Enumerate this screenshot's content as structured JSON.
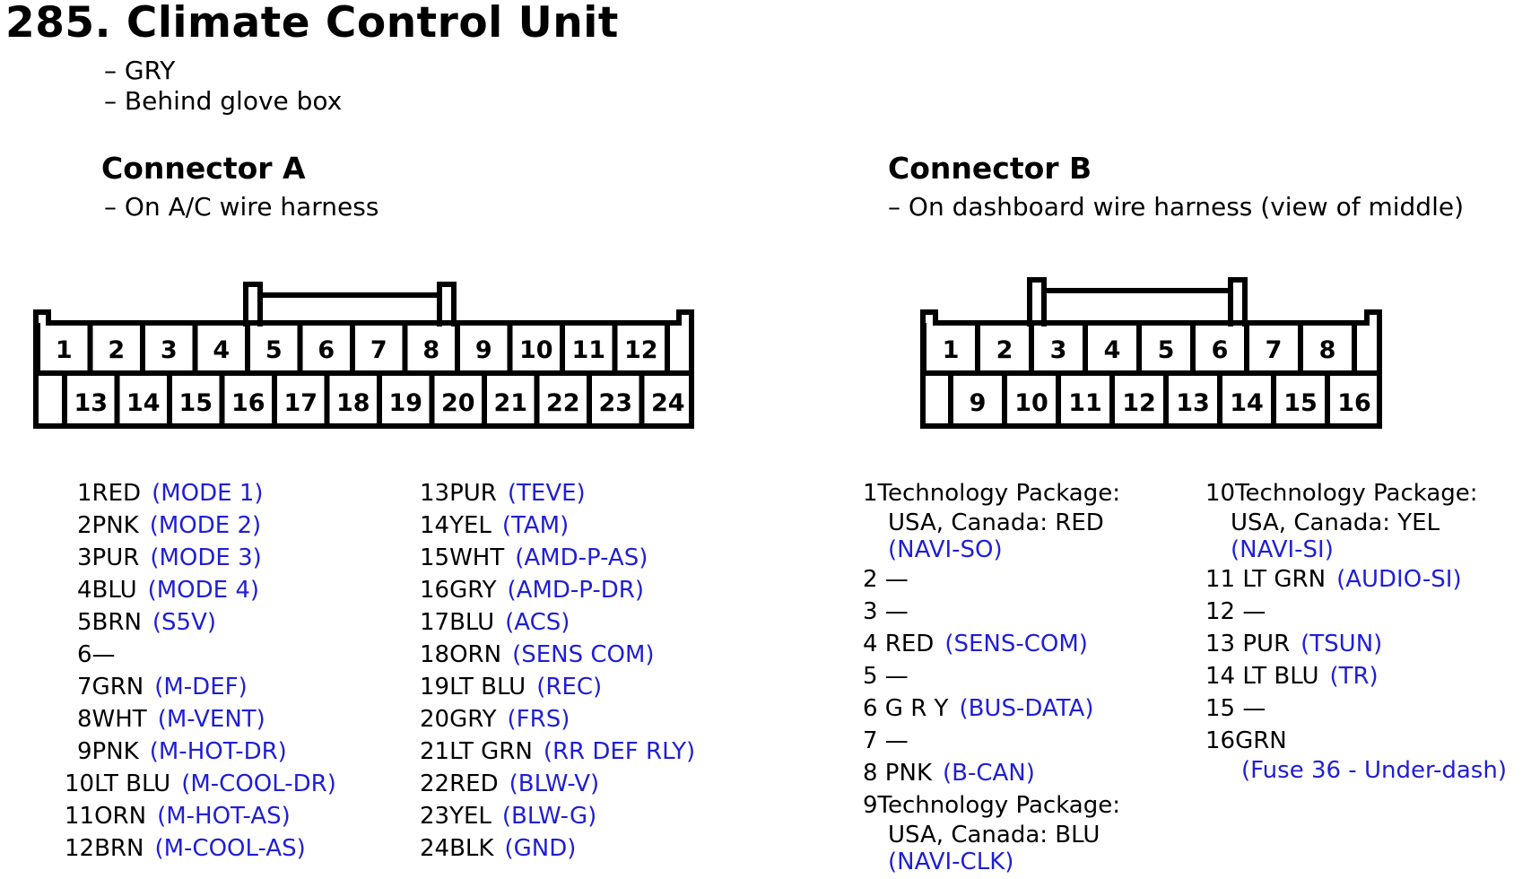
{
  "header": {
    "title": "285. Climate Control Unit",
    "color_line": "– GRY",
    "location_line": "– Behind glove box"
  },
  "colors": {
    "signal": "#1f1fd4",
    "line": "#000000"
  },
  "connector_a": {
    "title": "Connector A",
    "subtitle": "– On A/C wire harness",
    "top_pins": [
      "1",
      "2",
      "3",
      "4",
      "5",
      "6",
      "7",
      "8",
      "9",
      "10",
      "11",
      "12"
    ],
    "bottom_pins": [
      "13",
      "14",
      "15",
      "16",
      "17",
      "18",
      "19",
      "20",
      "21",
      "22",
      "23",
      "24"
    ],
    "pins": [
      {
        "pin": "1",
        "wire": "RED",
        "signal": "(MODE 1)"
      },
      {
        "pin": "2",
        "wire": "PNK",
        "signal": "(MODE 2)"
      },
      {
        "pin": "3",
        "wire": "PUR",
        "signal": "(MODE 3)"
      },
      {
        "pin": "4",
        "wire": "BLU",
        "signal": "(MODE 4)"
      },
      {
        "pin": "5",
        "wire": "BRN",
        "signal": "(S5V)"
      },
      {
        "pin": "6",
        "wire": "—",
        "signal": ""
      },
      {
        "pin": "7",
        "wire": "GRN",
        "signal": "(M-DEF)"
      },
      {
        "pin": "8",
        "wire": "WHT",
        "signal": "(M-VENT)"
      },
      {
        "pin": "9",
        "wire": "PNK",
        "signal": "(M-HOT-DR)"
      },
      {
        "pin": "10",
        "wire": "LT BLU",
        "signal": "(M-COOL-DR)"
      },
      {
        "pin": "11",
        "wire": "ORN",
        "signal": "(M-HOT-AS)"
      },
      {
        "pin": "12",
        "wire": "BRN",
        "signal": "(M-COOL-AS)"
      },
      {
        "pin": "13",
        "wire": "PUR",
        "signal": "(TEVE)"
      },
      {
        "pin": "14",
        "wire": "YEL",
        "signal": "(TAM)"
      },
      {
        "pin": "15",
        "wire": "WHT",
        "signal": "(AMD-P-AS)"
      },
      {
        "pin": "16",
        "wire": "GRY",
        "signal": "(AMD-P-DR)"
      },
      {
        "pin": "17",
        "wire": "BLU",
        "signal": "(ACS)"
      },
      {
        "pin": "18",
        "wire": "ORN",
        "signal": "(SENS COM)"
      },
      {
        "pin": "19",
        "wire": "LT BLU",
        "signal": "(REC)"
      },
      {
        "pin": "20",
        "wire": "GRY",
        "signal": "(FRS)"
      },
      {
        "pin": "21",
        "wire": "LT GRN",
        "signal": "(RR DEF RLY)"
      },
      {
        "pin": "22",
        "wire": "RED",
        "signal": "(BLW-V)"
      },
      {
        "pin": "23",
        "wire": "YEL",
        "signal": "(BLW-G)"
      },
      {
        "pin": "24",
        "wire": "BLK",
        "signal": "(GND)"
      }
    ]
  },
  "connector_b": {
    "title": "Connector B",
    "subtitle": "– On dashboard wire harness (view of middle)",
    "top_pins": [
      "1",
      "2",
      "3",
      "4",
      "5",
      "6",
      "7",
      "8"
    ],
    "bottom_pins": [
      "9",
      "10",
      "11",
      "12",
      "13",
      "14",
      "15",
      "16"
    ],
    "left_pins": [
      {
        "pin": "1",
        "lines": [
          "Technology Package:",
          "USA, Canada: RED"
        ],
        "signal": "(NAVI-SO)"
      },
      {
        "pin": "2",
        "wire": "—",
        "signal": ""
      },
      {
        "pin": "3",
        "wire": "—",
        "signal": ""
      },
      {
        "pin": "4",
        "wire": "RED",
        "signal": "(SENS-COM)"
      },
      {
        "pin": "5",
        "wire": "—",
        "signal": ""
      },
      {
        "pin": "6",
        "wire": "G R Y",
        "signal": "(BUS-DATA)"
      },
      {
        "pin": "7",
        "wire": "—",
        "signal": ""
      },
      {
        "pin": "8",
        "wire": "PNK",
        "signal": "(B-CAN)"
      },
      {
        "pin": "9",
        "lines": [
          "Technology Package:",
          "USA, Canada: BLU"
        ],
        "signal": "(NAVI-CLK)"
      }
    ],
    "right_pins": [
      {
        "pin": "10",
        "lines": [
          "Technology Package:",
          "USA, Canada: YEL"
        ],
        "signal": "(NAVI-SI)"
      },
      {
        "pin": "11",
        "wire": "LT GRN",
        "signal": "(AUDIO-SI)"
      },
      {
        "pin": "12",
        "wire": "—",
        "signal": ""
      },
      {
        "pin": "13",
        "wire": "PUR",
        "signal": "(TSUN)"
      },
      {
        "pin": "14",
        "wire": "LT BLU",
        "signal": "(TR)"
      },
      {
        "pin": "15",
        "wire": "—",
        "signal": ""
      },
      {
        "pin": "16",
        "wire": "GRN",
        "signal": "(Fuse 36 - Under-dash)",
        "signal_on_next_line": true
      }
    ]
  }
}
